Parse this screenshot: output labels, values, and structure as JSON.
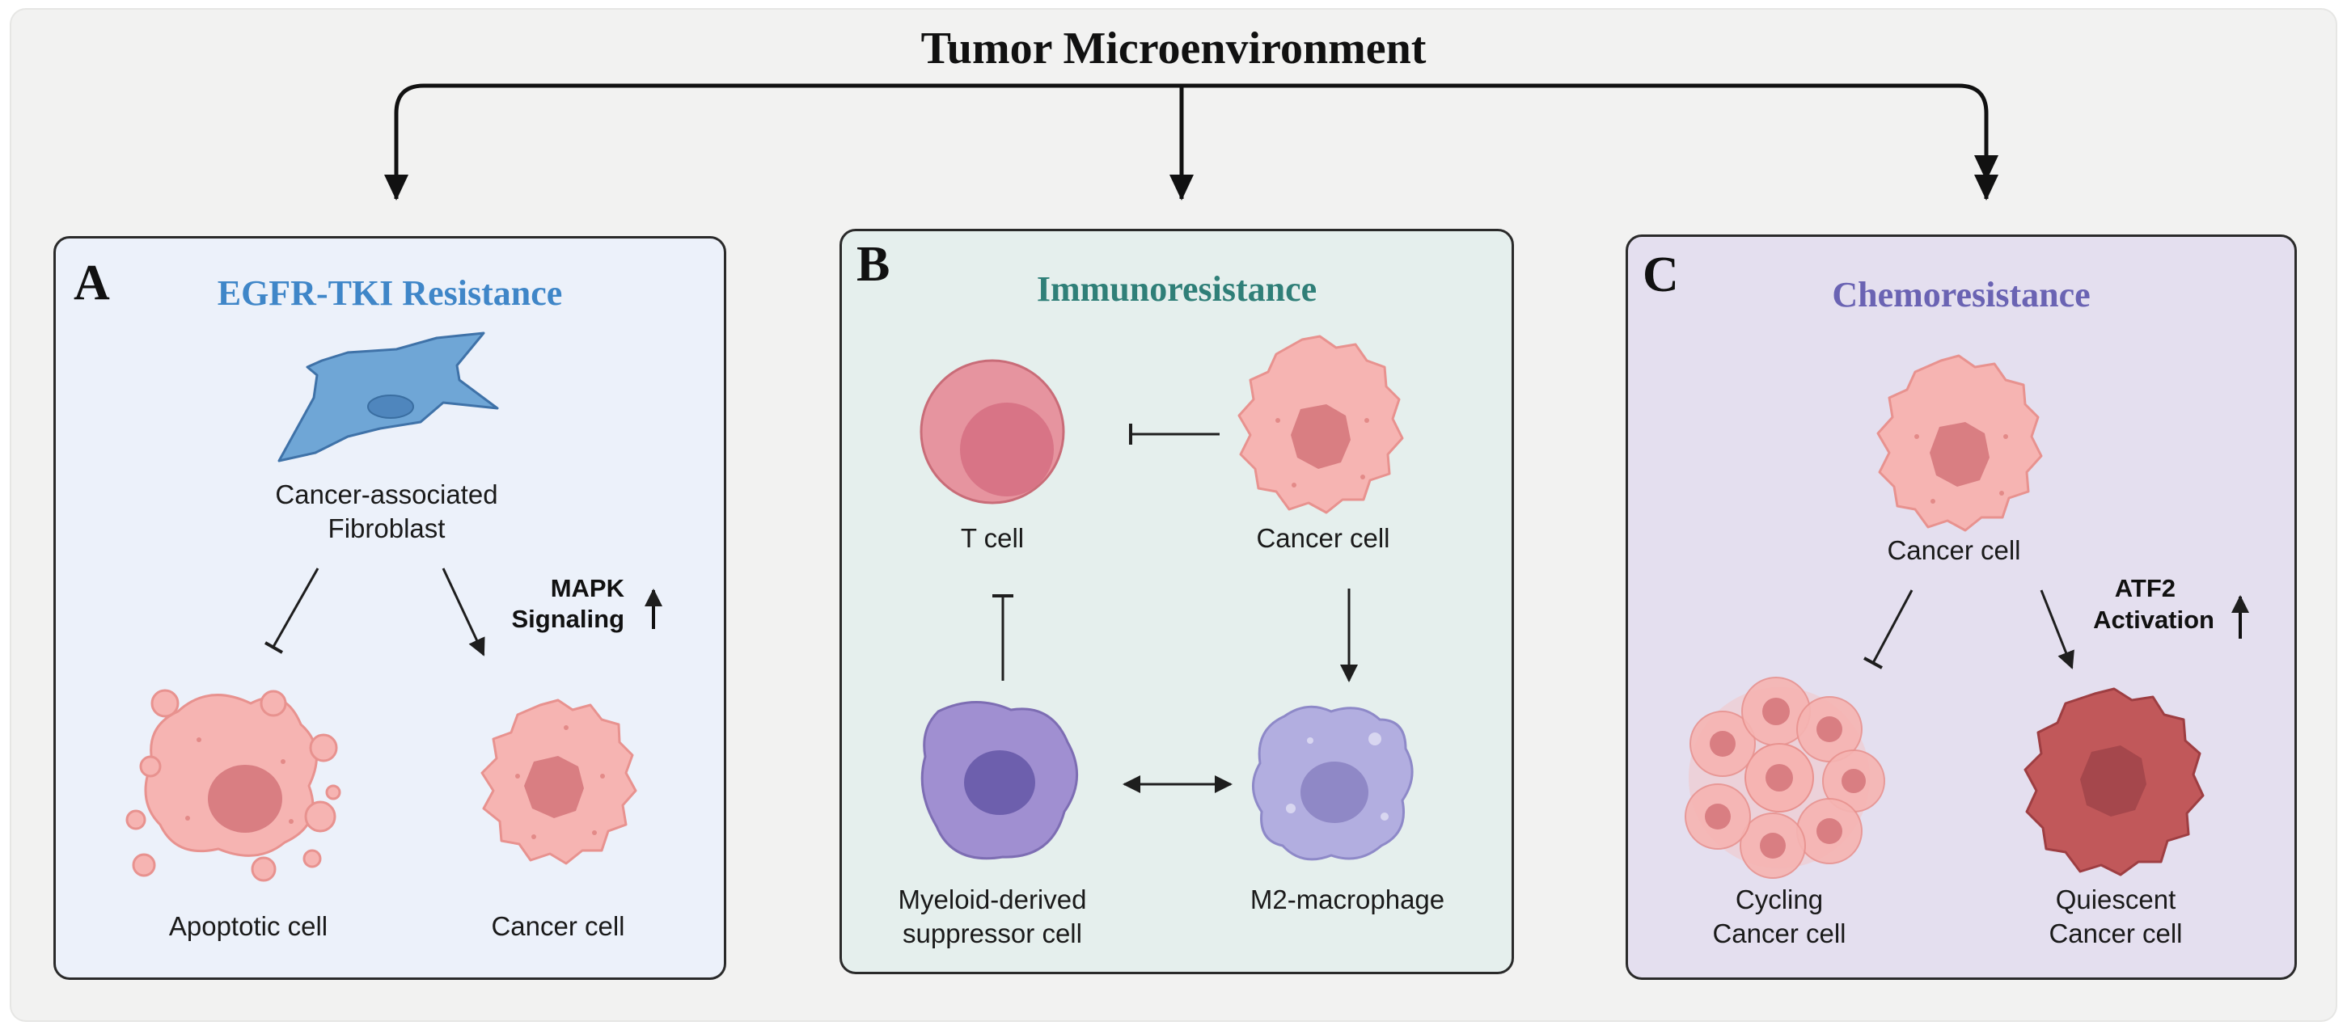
{
  "title": "Tumor Microenvironment",
  "panels": [
    {
      "letter": "A",
      "title": "EGFR-TKI Resistance",
      "title_color": "#3f86c8",
      "labels": {
        "fibroblast": [
          "Cancer-associated",
          "Fibroblast"
        ],
        "apoptotic": "Apoptotic cell",
        "cancer": "Cancer cell",
        "signal": [
          "MAPK",
          "Signaling"
        ]
      }
    },
    {
      "letter": "B",
      "title": "Immunoresistance",
      "title_color": "#2f7f78",
      "labels": {
        "tcell": "T cell",
        "cancer": "Cancer cell",
        "mdsc": [
          "Myeloid-derived",
          "suppressor cell"
        ],
        "m2": "M2-macrophage"
      }
    },
    {
      "letter": "C",
      "title": "Chemoresistance",
      "title_color": "#6a63b3",
      "labels": {
        "cancer": "Cancer cell",
        "signal": [
          "ATF2",
          "Activation"
        ],
        "cycling": [
          "Cycling",
          "Cancer cell"
        ],
        "quiescent": [
          "Quiescent",
          "Cancer cell"
        ]
      }
    }
  ],
  "colors": {
    "cancer_fill": "#f6b4b2",
    "cancer_nucleus": "#d97e82",
    "fibroblast": "#6fa6d6",
    "tcell": "#e6949f",
    "mdsc": "#a08fd1",
    "m2": "#b2aee0",
    "quiescent": "#c1585a"
  }
}
